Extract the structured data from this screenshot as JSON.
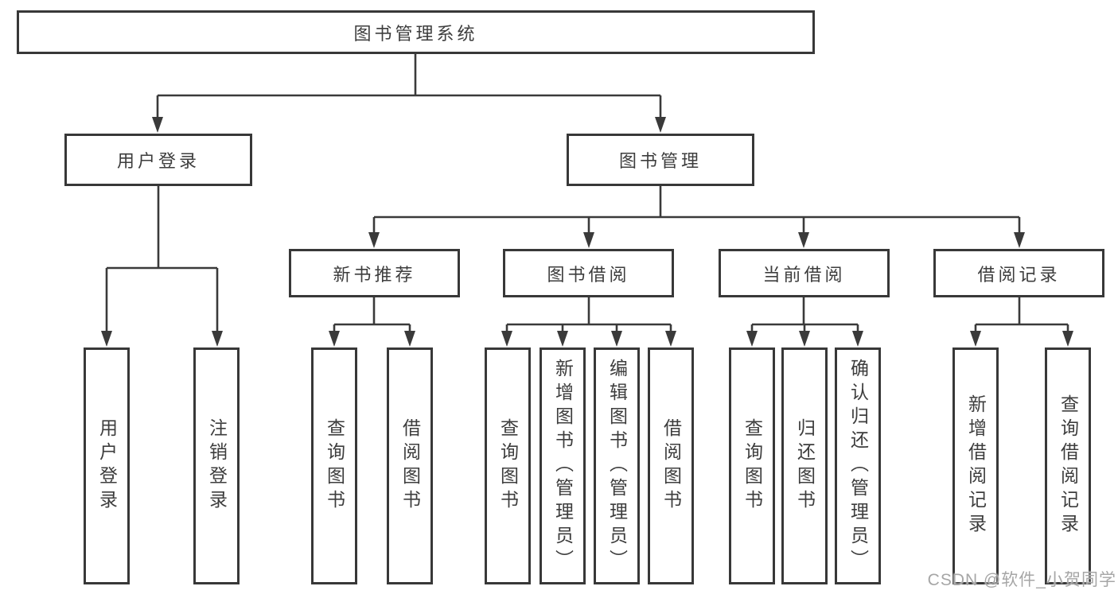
{
  "root": {
    "label": "图书管理系统"
  },
  "level1": [
    {
      "label": "用户登录"
    },
    {
      "label": "图书管理"
    }
  ],
  "level2": [
    {
      "label": "新书推荐"
    },
    {
      "label": "图书借阅"
    },
    {
      "label": "当前借阅"
    },
    {
      "label": "借阅记录"
    }
  ],
  "leaves": [
    {
      "label": "用户登录"
    },
    {
      "label": "注销登录"
    },
    {
      "label": "查询图书"
    },
    {
      "label": "借阅图书"
    },
    {
      "label": "查询图书"
    },
    {
      "label": "新增图书（管理员）"
    },
    {
      "label": "编辑图书（管理员）"
    },
    {
      "label": "借阅图书"
    },
    {
      "label": "查询图书"
    },
    {
      "label": "归还图书"
    },
    {
      "label": "确认归还（管理员）"
    },
    {
      "label": "新增借阅记录"
    },
    {
      "label": "查询借阅记录"
    }
  ],
  "watermark": "CSDN @软件_小贺同学",
  "colors": {
    "line": "#3a3a3a",
    "box_border": "#383838",
    "text": "#3d3d3d",
    "background": "#ffffff",
    "watermark": "#a6a6a6"
  }
}
